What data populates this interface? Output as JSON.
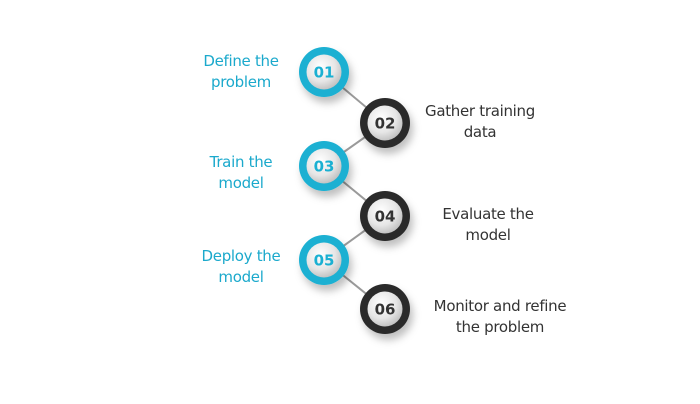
{
  "title": "Machine learning process steps",
  "colors": {
    "accent": "#1ab0d2",
    "dark": "#2b2b2b",
    "connector": "#9a9a9a",
    "label_accent": "#1ba9cc",
    "label_dark": "#333333"
  },
  "steps": [
    {
      "number": "01",
      "label_line1": "Define the",
      "label_line2": "problem",
      "style": "accent",
      "side": "left"
    },
    {
      "number": "02",
      "label_line1": "Gather training",
      "label_line2": "data",
      "style": "dark",
      "side": "right"
    },
    {
      "number": "03",
      "label_line1": "Train the",
      "label_line2": "model",
      "style": "accent",
      "side": "left"
    },
    {
      "number": "04",
      "label_line1": "Evaluate the",
      "label_line2": "model",
      "style": "dark",
      "side": "right"
    },
    {
      "number": "05",
      "label_line1": "Deploy the",
      "label_line2": "model",
      "style": "accent",
      "side": "left"
    },
    {
      "number": "06",
      "label_line1": "Monitor and refine",
      "label_line2": "the problem",
      "style": "dark",
      "side": "right"
    }
  ]
}
